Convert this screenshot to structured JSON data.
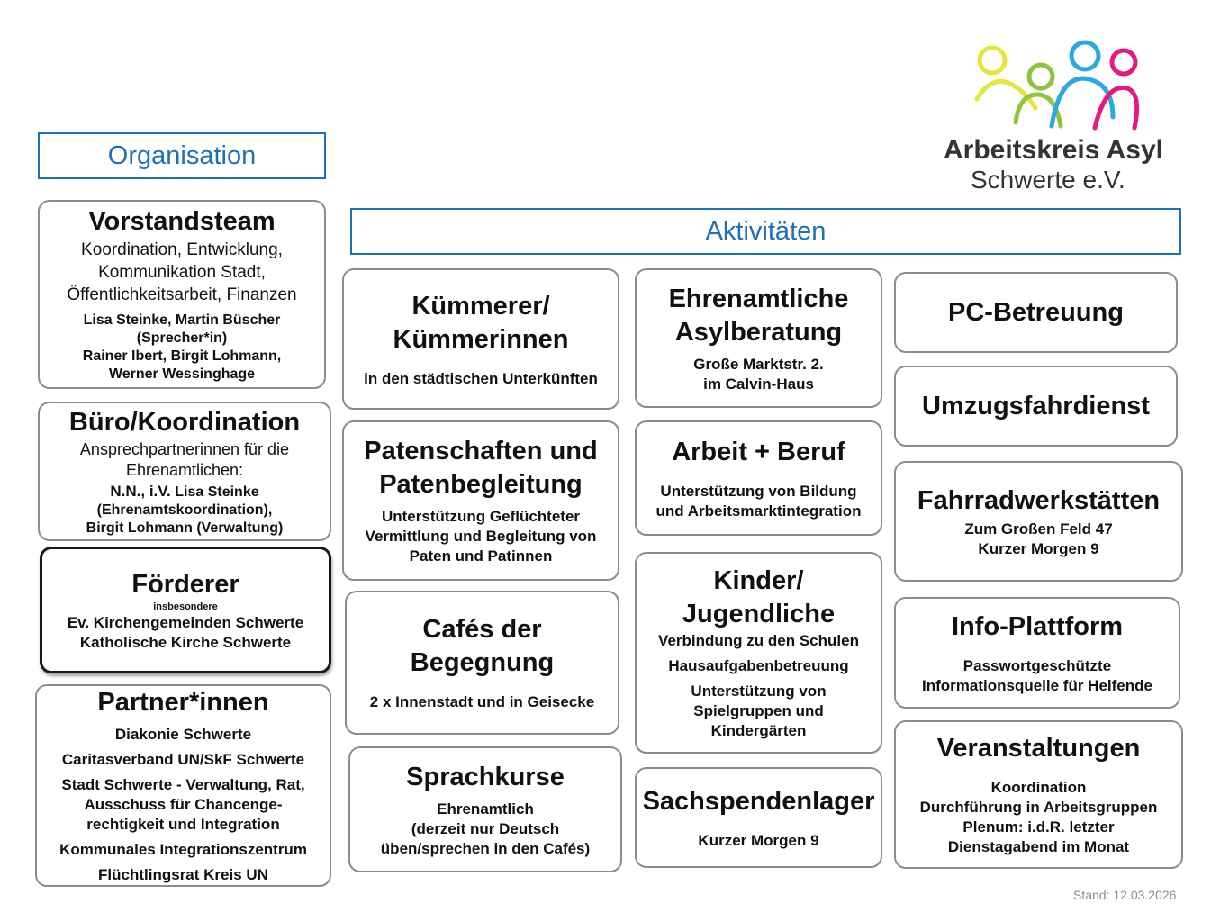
{
  "header_org": "Organisation",
  "header_akt": "Aktivitäten",
  "logo": {
    "name_line1": "Arbeitskreis Asyl",
    "name_line2": "Schwerte e.V.",
    "colors": [
      "#e3e63c",
      "#8cc63f",
      "#2aa8e0",
      "#e5197e"
    ]
  },
  "stand": "Stand:  12.03.2026",
  "accent_color": "#1f6fb5",
  "org": {
    "vorstand": {
      "title": "Vorstandsteam",
      "desc": [
        "Koordination, Entwicklung,",
        "Kommunikation Stadt,",
        "Öffentlichkeitsarbeit, Finanzen"
      ],
      "names": [
        "Lisa Steinke, Martin Büscher",
        "(Sprecher*in)",
        "Rainer Ibert, Birgit Lohmann,",
        "Werner Wessinghage"
      ]
    },
    "buero": {
      "title": "Büro/Koordination",
      "desc": [
        "Ansprechpartnerinnen für die",
        "Ehrenamtlichen:"
      ],
      "nn": "N.N., i.V.",
      "names": [
        "Lisa Steinke",
        "(Ehrenamtskoordination),",
        "Birgit Lohmann (Verwaltung)"
      ]
    },
    "foerderer": {
      "title": "Förderer",
      "sub": "insbesondere",
      "lines": [
        "Ev. Kirchengemeinden Schwerte",
        "Katholische Kirche Schwerte"
      ]
    },
    "partner": {
      "title": "Partner*innen",
      "items": [
        "Diakonie Schwerte",
        "Caritasverband UN/SkF Schwerte",
        "Stadt Schwerte - Verwaltung, Rat,",
        "Ausschuss für Chancenge-",
        "rechtigkeit und  Integration",
        "Kommunales Integrationszentrum",
        "Flüchtlingsrat Kreis UN"
      ]
    }
  },
  "akt": {
    "kuemmerer": {
      "title": [
        "Kümmerer/",
        "Kümmerinnen"
      ],
      "sub": "in den städtischen Unterkünften"
    },
    "paten": {
      "title": [
        "Patenschaften und",
        "Patenbegleitung"
      ],
      "lines": [
        "Unterstützung Geflüchteter",
        "Vermittlung und Begleitung von",
        "Paten und Patinnen"
      ]
    },
    "cafes": {
      "title": [
        "Cafés der",
        "Begegnung"
      ],
      "sub": "2 x Innenstadt und in Geisecke"
    },
    "sprach": {
      "title": "Sprachkurse",
      "lines": [
        "Ehrenamtlich",
        "(derzeit nur Deutsch",
        "üben/sprechen in den Cafés)"
      ]
    },
    "asyl": {
      "title": [
        "Ehrenamtliche",
        "Asylberatung"
      ],
      "lines": [
        "Große Marktstr. 2.",
        "im Calvin-Haus"
      ]
    },
    "arbeit": {
      "title": "Arbeit + Beruf",
      "lines": [
        "Unterstützung von Bildung",
        "und Arbeitsmarktintegration"
      ]
    },
    "kinder": {
      "title": [
        "Kinder/",
        "Jugendliche"
      ],
      "lines": [
        "Verbindung zu den Schulen",
        "Hausaufgabenbetreuung",
        "Unterstützung von",
        "Spielgruppen und",
        "Kindergärten"
      ]
    },
    "sach": {
      "title": "Sachspendenlager",
      "sub": "Kurzer Morgen 9"
    },
    "pc": {
      "title": "PC-Betreuung"
    },
    "umzug": {
      "title": "Umzugsfahrdienst"
    },
    "fahrrad": {
      "title": "Fahrradwerkstätten",
      "lines": [
        "Zum Großen Feld 47",
        "Kurzer Morgen 9"
      ]
    },
    "info": {
      "title": "Info-Plattform",
      "lines": [
        "Passwortgeschützte",
        "Informationsquelle für Helfende"
      ]
    },
    "veranst": {
      "title": "Veranstaltungen",
      "lines": [
        "Koordination",
        "Durchführung in Arbeitsgruppen",
        "Plenum: i.d.R. letzter",
        "Dienstagabend im Monat"
      ]
    }
  }
}
